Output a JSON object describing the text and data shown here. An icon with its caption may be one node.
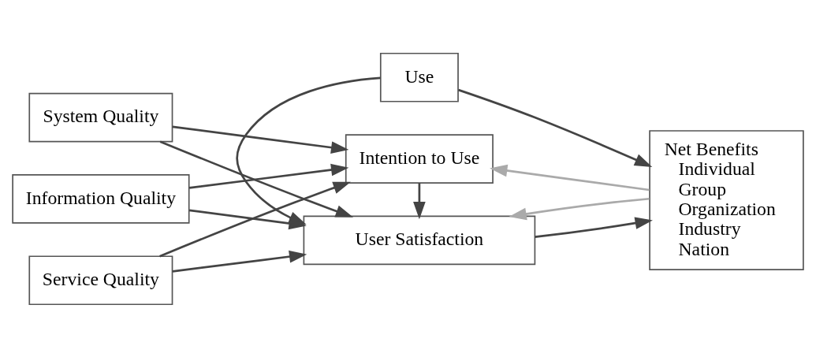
{
  "diagram": {
    "nodes": [
      {
        "text": [
          "System Quality"
        ]
      },
      {
        "text": [
          "Information Quality"
        ]
      },
      {
        "text": [
          "Service Quality"
        ]
      },
      {
        "text": [
          "Intention to Use"
        ]
      },
      {
        "text": [
          "Use"
        ]
      },
      {
        "text": [
          "User Satisfaction"
        ]
      },
      {
        "text": [
          "Net Benefits",
          "Individual",
          "Group",
          "Organization",
          "Industry",
          "Nation"
        ]
      }
    ],
    "edges": [
      {
        "from": 0,
        "to": 3,
        "arrow": "to"
      },
      {
        "from": 0,
        "to": 5,
        "arrow": "to"
      },
      {
        "from": 1,
        "to": 3,
        "arrow": "to"
      },
      {
        "from": 1,
        "to": 5,
        "arrow": "to"
      },
      {
        "from": 2,
        "to": 3,
        "arrow": "to"
      },
      {
        "from": 2,
        "to": 5,
        "arrow": "to"
      },
      {
        "from": 3,
        "to": 5,
        "arrow": "to"
      },
      {
        "from": 4,
        "to": 5,
        "arrow": "to"
      },
      {
        "from": 4,
        "to": 6,
        "arrow": "to"
      },
      {
        "from": 5,
        "to": 6,
        "arrow": "to"
      },
      {
        "from": 6,
        "to": 3,
        "arrow": "to",
        "color": "#aaaaaa"
      },
      {
        "from": 6,
        "to": 5,
        "arrow": "to",
        "color": "#aaaaaa"
      }
    ]
  }
}
